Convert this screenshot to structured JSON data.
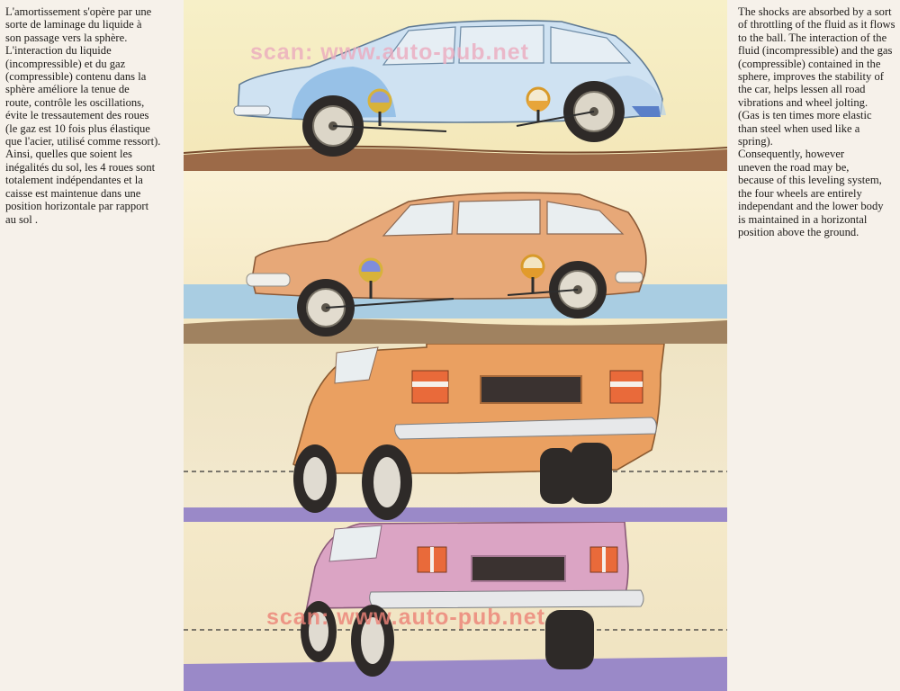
{
  "text_fr": [
    "L'amortissement s'opère par une\nsorte de laminage du liquide à\nson passage vers la sphère.\nL'interaction du liquide\n(incompressible) et du gaz\n(compressible) contenu dans la\nsphère améliore la tenue de\nroute, contrôle les oscillations,\névite le tressautement des roues\n(le gaz est 10 fois plus élastique\nque l'acier, utilisé comme ressort).\nAinsi, quelles que soient les\ninégalités du sol, les 4 roues sont\ntotalement indépendantes et la\ncaisse est maintenue dans une\nposition horizontale par rapport\nau sol ."
  ],
  "text_en": [
    "The shocks are absorbed by a sort\nof throttling of the fluid as it flows\nto the ball. The interaction of the\nfluid (incompressible) and the gas\n(compressible) contained in the\nsphere, improves the stability of\nthe car, helps lessen all road\nvibrations and wheel jolting.\n(Gas is ten times more elastic\nthan steel when used like a spring).\nConsequently, however\nuneven the road may be,\nbecause of this leveling system,\nthe four wheels are entirely\nindependant and the lower body\nis maintained in a horizontal\nposition above the ground."
  ],
  "watermarks": {
    "top": "scan: www.auto-pub.net",
    "bottom": "scan: www.auto-pub.net"
  },
  "colors": {
    "page_bg": "#f6f1ea",
    "car_blue": "#cfe2f2",
    "car_orange": "#e7a878",
    "car_orange_rear": "#eaa061",
    "car_pink": "#dba4c4",
    "ground_brown": "#9c6a48",
    "road_purple": "#9a89c8",
    "water_blue": "#a9cde2"
  }
}
